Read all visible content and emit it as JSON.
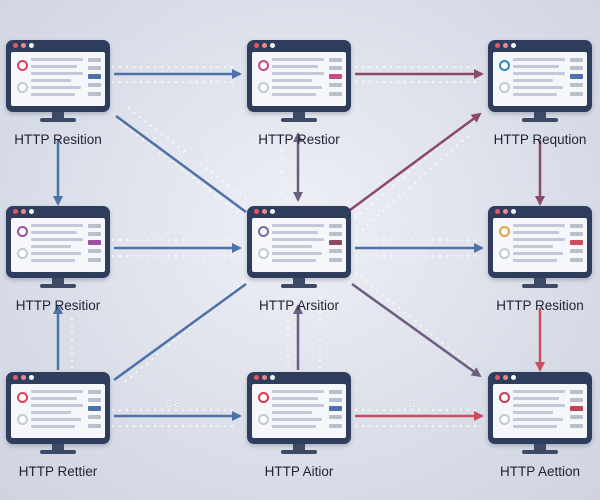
{
  "nodes": [
    {
      "id": "n1",
      "label": "HTTP Resition",
      "badge": "#e0435a"
    },
    {
      "id": "n2",
      "label": "HTTP Restior",
      "badge": "#c54c8a"
    },
    {
      "id": "n3",
      "label": "HTTP Reqution",
      "badge": "#2f86b8"
    },
    {
      "id": "n4",
      "label": "HTTP Resitior",
      "badge": "#9a4fa3"
    },
    {
      "id": "n5",
      "label": "HTTP Arsitior",
      "badge": "#7a6a9a"
    },
    {
      "id": "n6",
      "label": "HTTP Resition",
      "badge": "#e0a33b"
    },
    {
      "id": "n7",
      "label": "HTTP Rettier",
      "badge": "#e0435a"
    },
    {
      "id": "n8",
      "label": "HTTP Aitior",
      "badge": "#d6384f"
    },
    {
      "id": "n9",
      "label": "HTTP Aettion",
      "badge": "#c0415a"
    }
  ],
  "edge_label": "CC",
  "colors": {
    "blue": "#4c72a7",
    "purple": "#6e5d82",
    "maroon": "#8a4a66",
    "red": "#cc4d5e",
    "window_dark": "#2e3d5c"
  }
}
